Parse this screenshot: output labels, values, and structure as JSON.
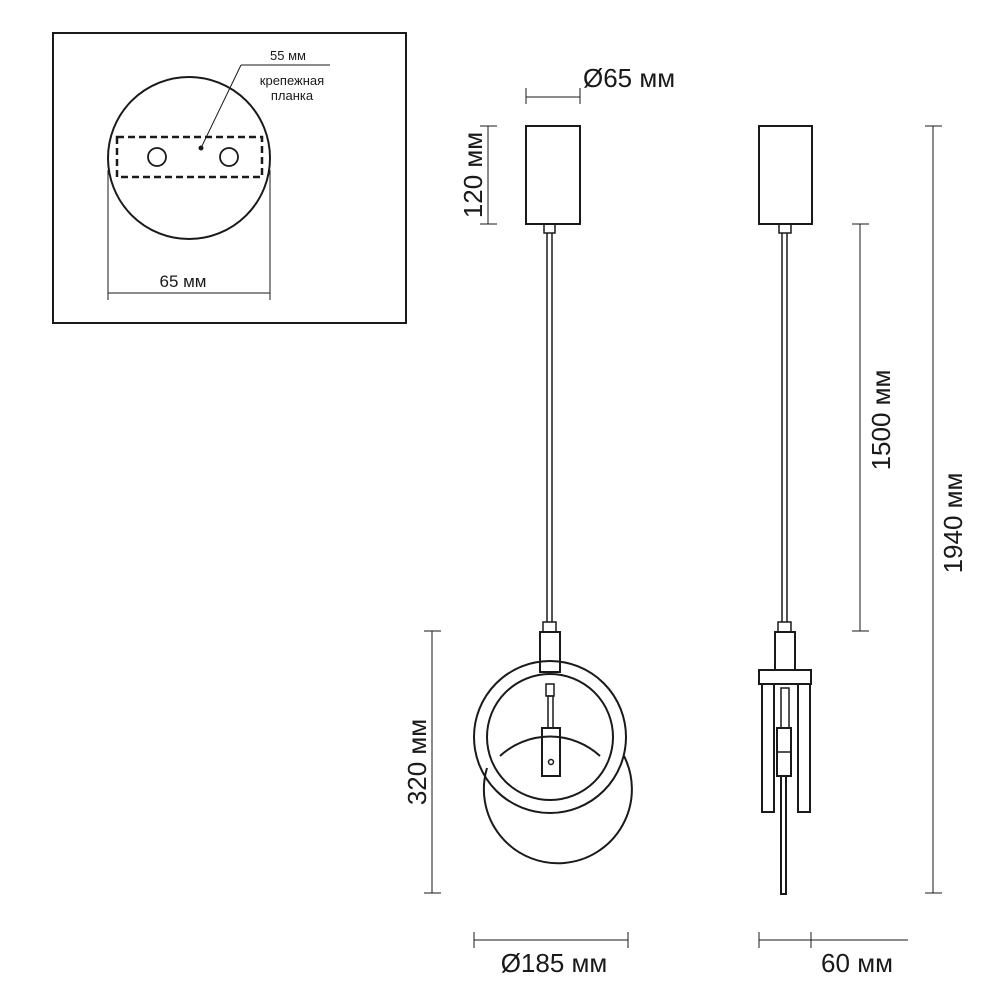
{
  "mount_detail": {
    "bar_width": "55 мм",
    "bar_label_line1": "крепежная",
    "bar_label_line2": "планка",
    "canopy_diameter": "65 мм"
  },
  "front_view": {
    "canopy_diameter": "Ø65 мм",
    "canopy_height": "120 мм",
    "lamp_height": "320 мм",
    "ring_diameter": "Ø185 мм"
  },
  "side_view": {
    "cable_length": "1500 мм",
    "total_height": "1940 мм",
    "depth": "60 мм"
  }
}
